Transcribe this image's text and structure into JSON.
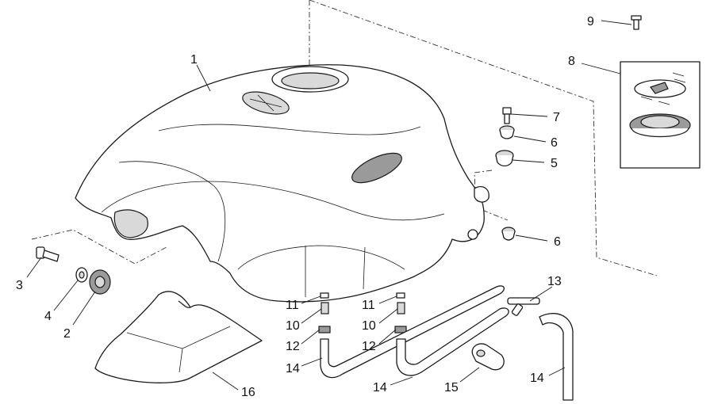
{
  "callouts": {
    "c1": "1",
    "c2": "2",
    "c3": "3",
    "c4": "4",
    "c5": "5",
    "c6a": "6",
    "c6b": "6",
    "c7": "7",
    "c8": "8",
    "c9": "9",
    "c10a": "10",
    "c10b": "10",
    "c11a": "11",
    "c11b": "11",
    "c12a": "12",
    "c12b": "12",
    "c13": "13",
    "c14a": "14",
    "c14b": "14",
    "c14c": "14",
    "c15": "15",
    "c16": "16"
  }
}
